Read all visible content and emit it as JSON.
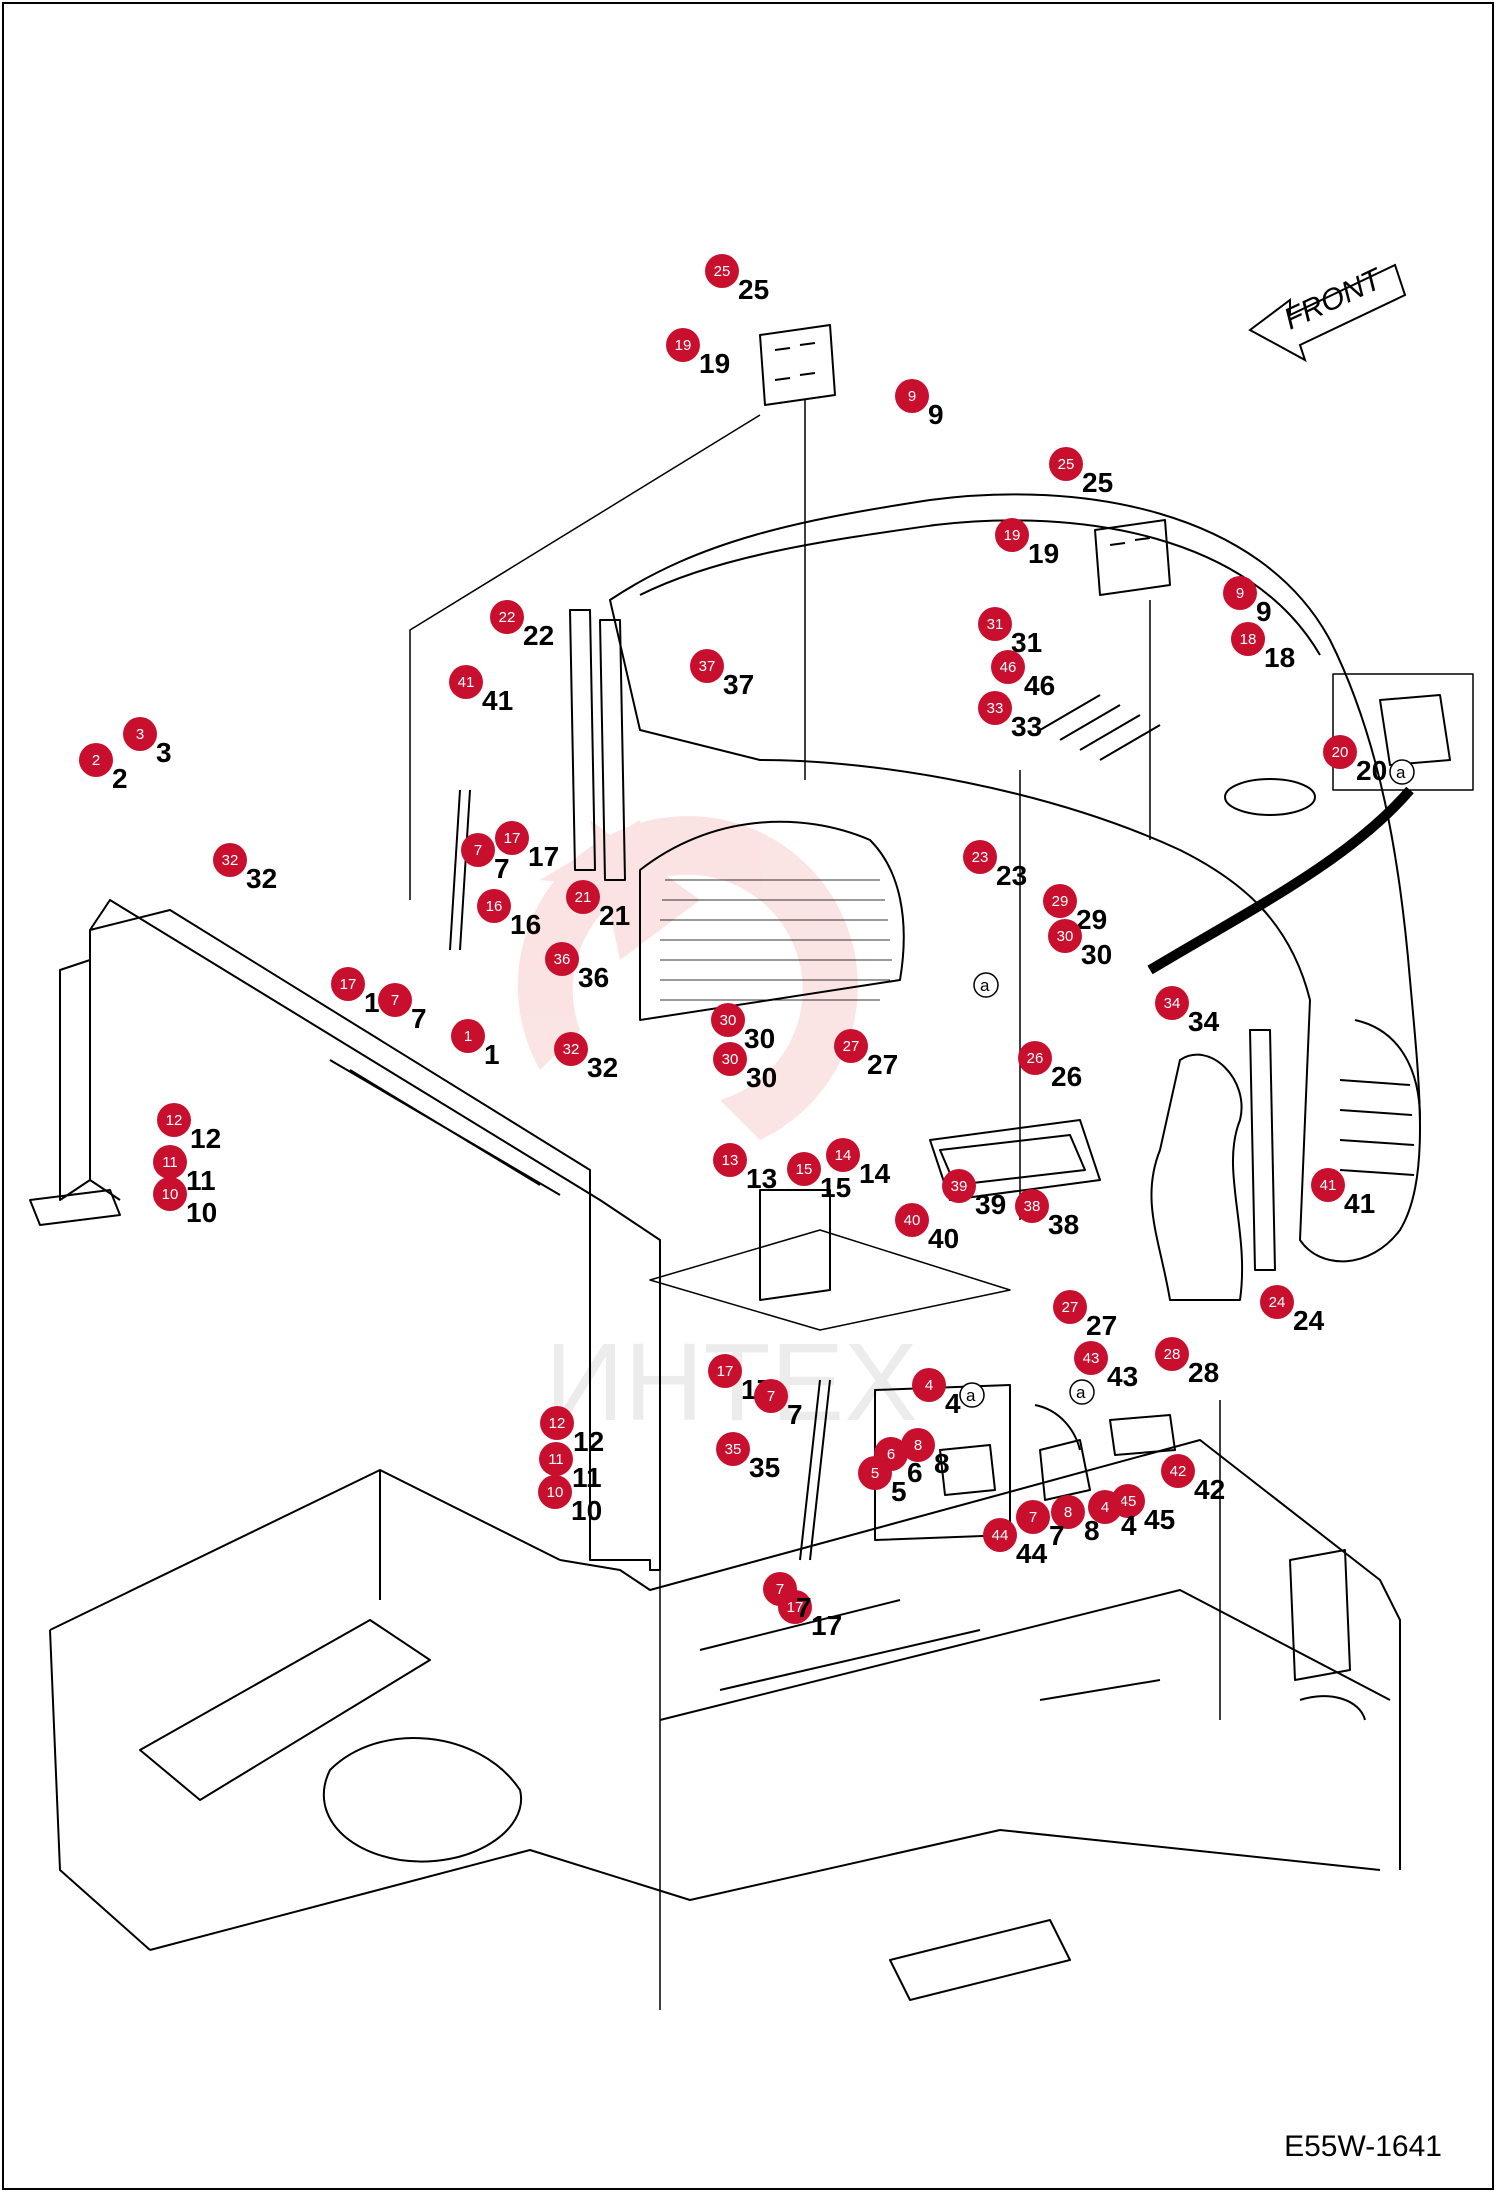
{
  "diagram": {
    "drawing_code": "E55W-1641",
    "front_label": "FRONT",
    "detail_ref": "a",
    "watermark_text": "ИНТЕХ",
    "bubble_color": "#c8102e",
    "callouts": [
      {
        "num": "25"
      },
      {
        "num": "19"
      },
      {
        "num": "9"
      },
      {
        "num": "25"
      },
      {
        "num": "19"
      },
      {
        "num": "9"
      },
      {
        "num": "18"
      },
      {
        "num": "22"
      },
      {
        "num": "37"
      },
      {
        "num": "41"
      },
      {
        "num": "31"
      },
      {
        "num": "46"
      },
      {
        "num": "33"
      },
      {
        "num": "20"
      },
      {
        "num": "2"
      },
      {
        "num": "3"
      },
      {
        "num": "32"
      },
      {
        "num": "7"
      },
      {
        "num": "17"
      },
      {
        "num": "16"
      },
      {
        "num": "21"
      },
      {
        "num": "23"
      },
      {
        "num": "29"
      },
      {
        "num": "30"
      },
      {
        "num": "34"
      },
      {
        "num": "36"
      },
      {
        "num": "17"
      },
      {
        "num": "7"
      },
      {
        "num": "1"
      },
      {
        "num": "30"
      },
      {
        "num": "27"
      },
      {
        "num": "30"
      },
      {
        "num": "26"
      },
      {
        "num": "32"
      },
      {
        "num": "12"
      },
      {
        "num": "11"
      },
      {
        "num": "10"
      },
      {
        "num": "13"
      },
      {
        "num": "15"
      },
      {
        "num": "14"
      },
      {
        "num": "40"
      },
      {
        "num": "39"
      },
      {
        "num": "38"
      },
      {
        "num": "41"
      },
      {
        "num": "27"
      },
      {
        "num": "24"
      },
      {
        "num": "43"
      },
      {
        "num": "28"
      },
      {
        "num": "17"
      },
      {
        "num": "7"
      },
      {
        "num": "4"
      },
      {
        "num": "8"
      },
      {
        "num": "6"
      },
      {
        "num": "5"
      },
      {
        "num": "12"
      },
      {
        "num": "11"
      },
      {
        "num": "10"
      },
      {
        "num": "35"
      },
      {
        "num": "42"
      },
      {
        "num": "45"
      },
      {
        "num": "4"
      },
      {
        "num": "8"
      },
      {
        "num": "7"
      },
      {
        "num": "44"
      },
      {
        "num": "17"
      },
      {
        "num": "7"
      }
    ]
  }
}
